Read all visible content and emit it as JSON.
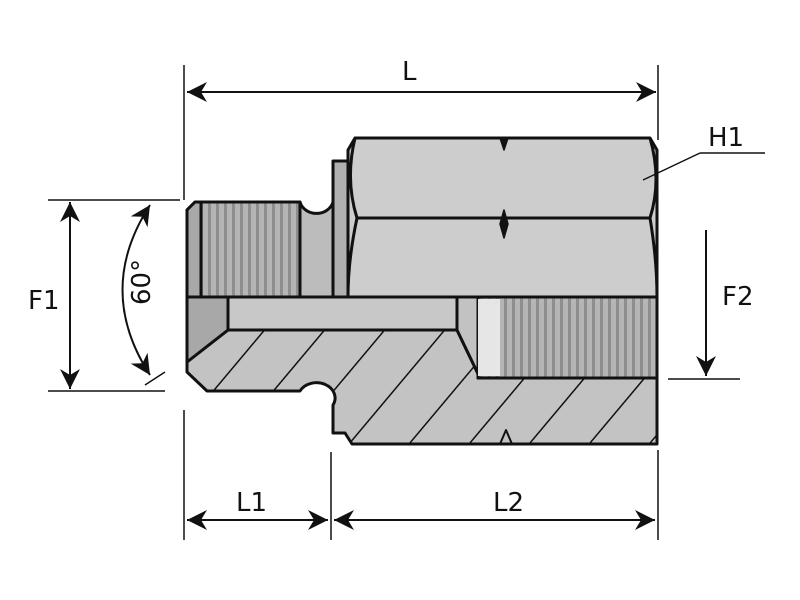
{
  "labels": {
    "L": "L",
    "H1": "H1",
    "F1": "F1",
    "angle": "60°",
    "F2": "F2",
    "L1": "L1",
    "L2": "L2"
  }
}
